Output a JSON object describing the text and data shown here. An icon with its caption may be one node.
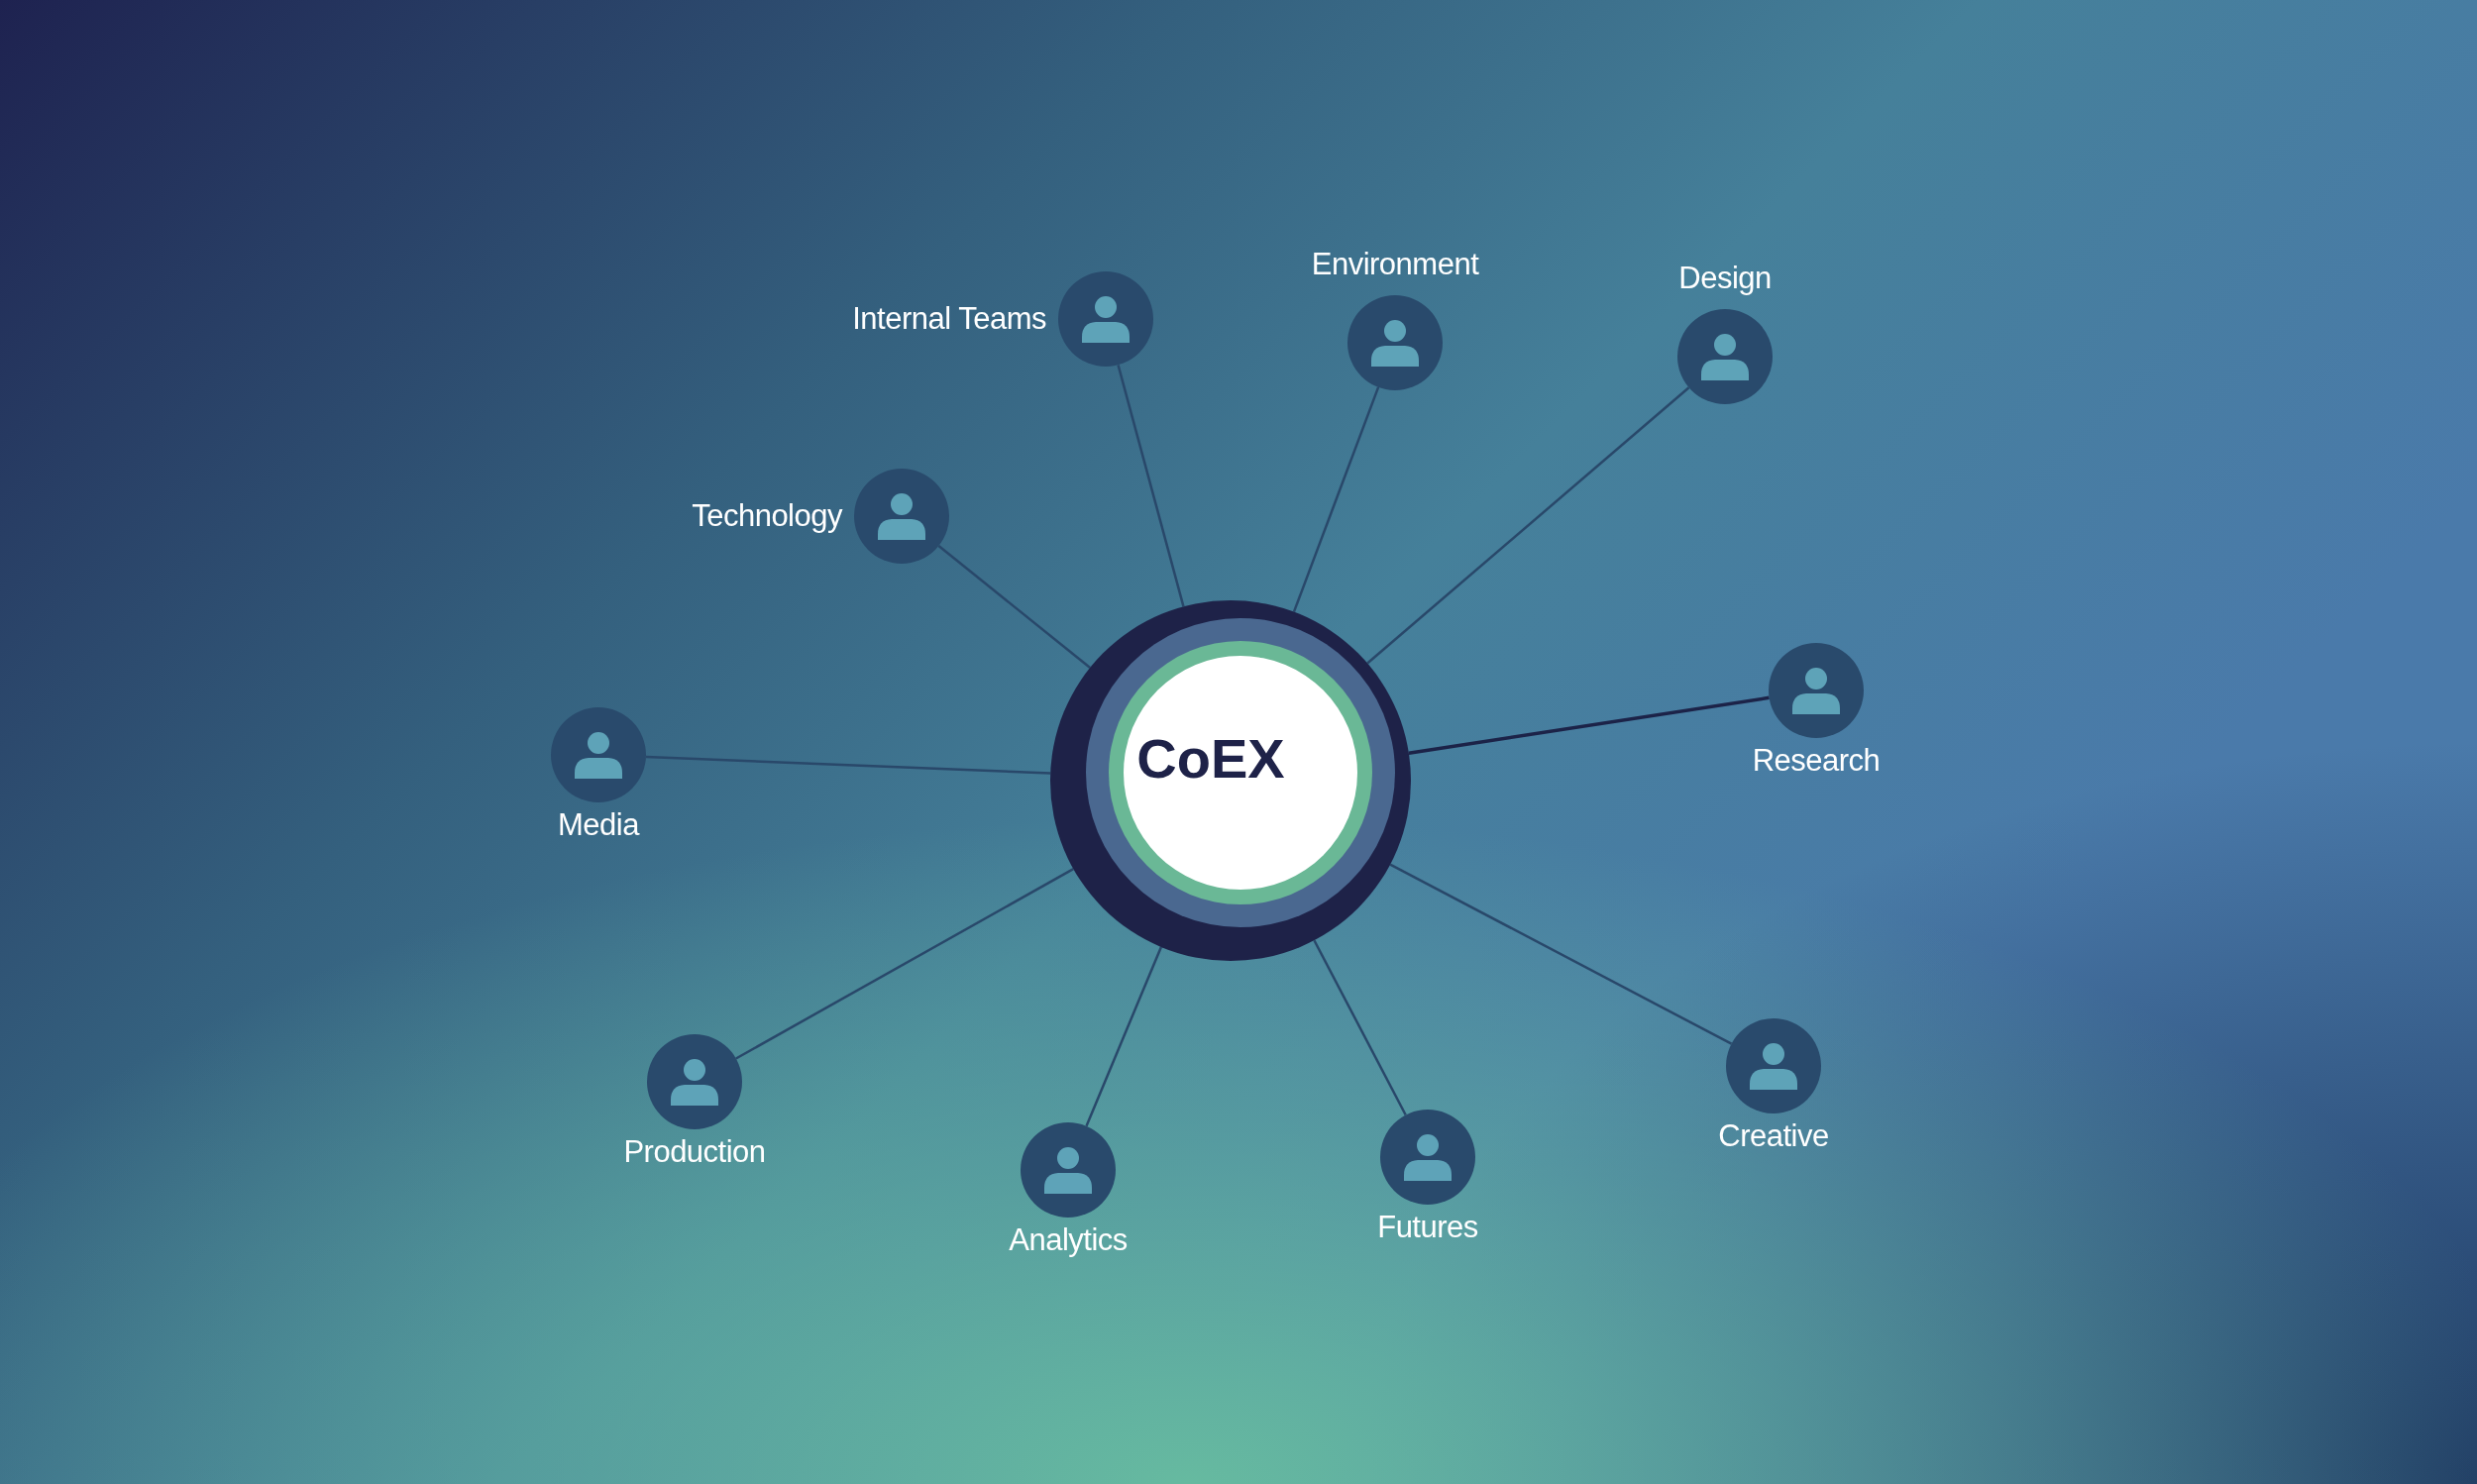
{
  "diagram": {
    "nodes": [
      {
        "text": [
          "CoEX"
        ]
      },
      {
        "text": [
          "Internal Teams"
        ]
      },
      {
        "text": [
          "Environment"
        ]
      },
      {
        "text": [
          "Design"
        ]
      },
      {
        "text": [
          "Technology"
        ]
      },
      {
        "text": [
          "Research"
        ]
      },
      {
        "text": [
          "Media"
        ]
      },
      {
        "text": [
          "Production"
        ]
      },
      {
        "text": [
          "Analytics"
        ]
      },
      {
        "text": [
          "Futures"
        ]
      },
      {
        "text": [
          "Creative"
        ]
      }
    ],
    "edges": [
      {
        "from": 0,
        "to": 1,
        "arrow": "none"
      },
      {
        "from": 0,
        "to": 2,
        "arrow": "none"
      },
      {
        "from": 0,
        "to": 3,
        "arrow": "none"
      },
      {
        "from": 0,
        "to": 4,
        "arrow": "none"
      },
      {
        "from": 0,
        "to": 5,
        "arrow": "none",
        "color": "#1c2348"
      },
      {
        "from": 0,
        "to": 6,
        "arrow": "none"
      },
      {
        "from": 0,
        "to": 7,
        "arrow": "none"
      },
      {
        "from": 0,
        "to": 8,
        "arrow": "none"
      },
      {
        "from": 0,
        "to": 9,
        "arrow": "none"
      },
      {
        "from": 0,
        "to": 10,
        "arrow": "none"
      }
    ]
  }
}
